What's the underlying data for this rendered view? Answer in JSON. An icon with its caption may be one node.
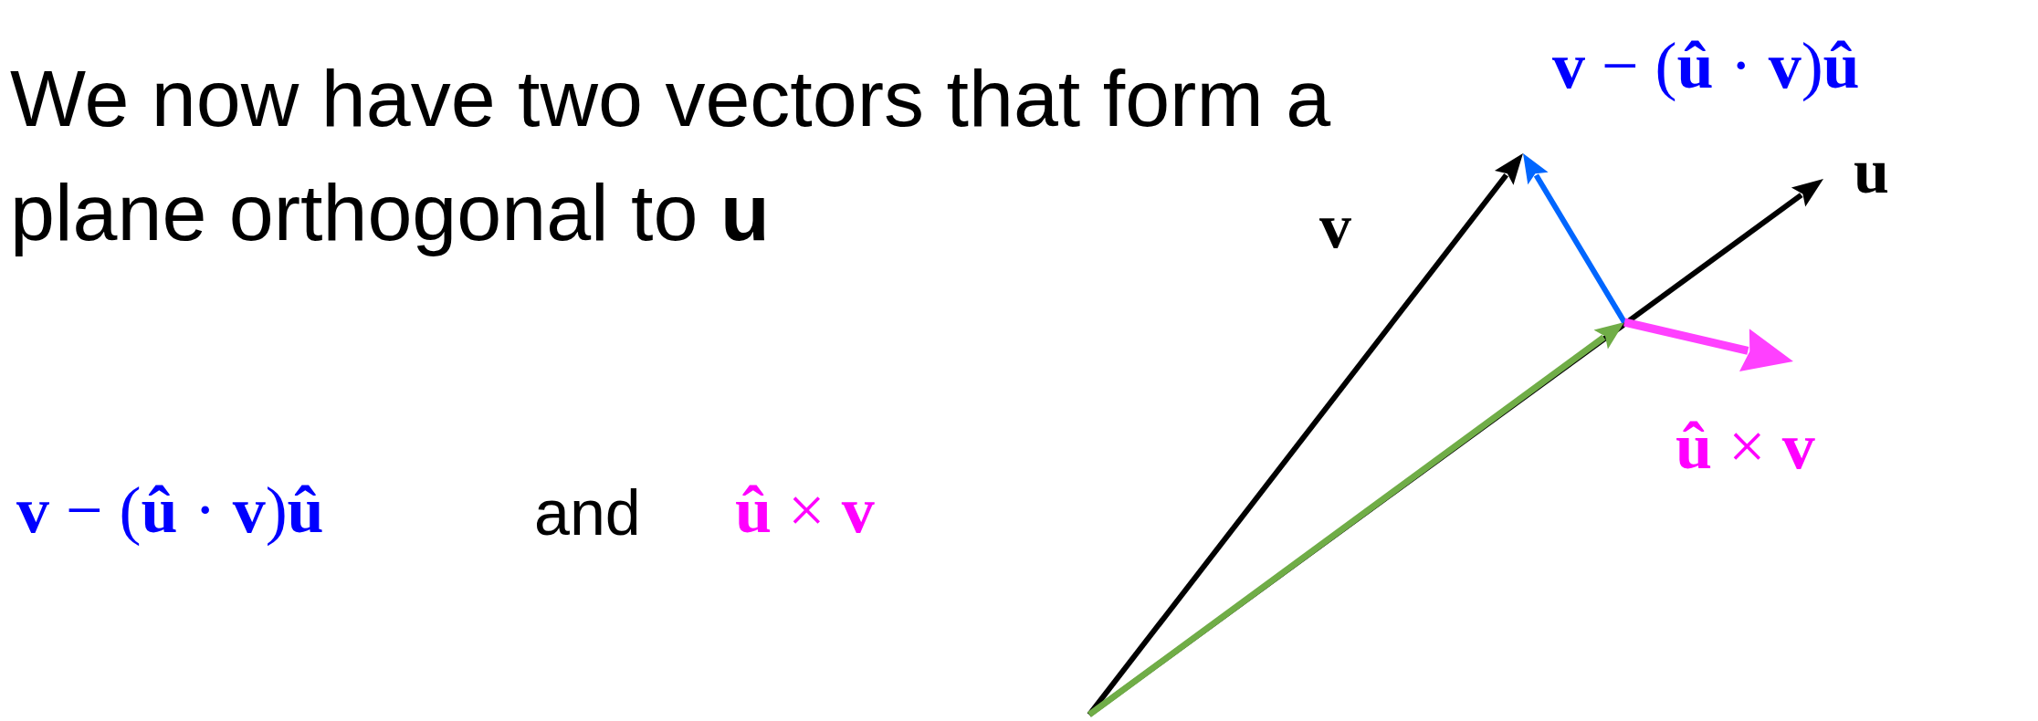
{
  "diagram": {
    "labels": [
      "We now have two vectors that form a plane orthogonal to **u**",
      "**v** − (**û** · **v**)**û**",
      "**u**",
      "**v**",
      "**û** × **v**",
      "**v** − (**û** · **v**)**û**",
      "and",
      "**û** × **v**"
    ]
  }
}
